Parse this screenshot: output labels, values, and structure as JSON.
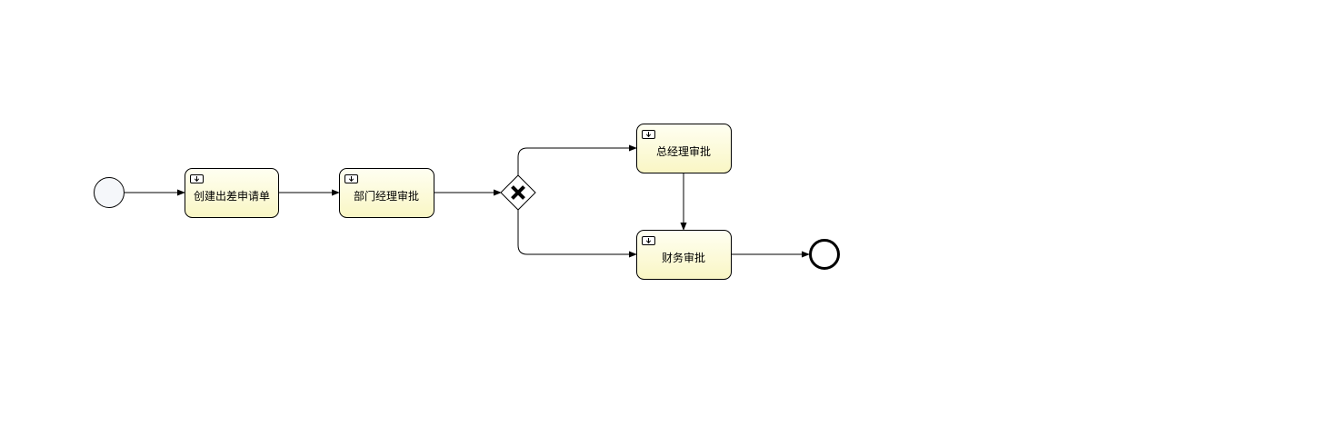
{
  "diagram": {
    "type": "bpmn-process",
    "nodes": [
      {
        "id": "start",
        "kind": "start-event",
        "label": ""
      },
      {
        "id": "task1",
        "kind": "user-task",
        "label": "创建出差申请单"
      },
      {
        "id": "task2",
        "kind": "user-task",
        "label": "部门经理审批"
      },
      {
        "id": "gw",
        "kind": "exclusive-gateway",
        "label": ""
      },
      {
        "id": "task3",
        "kind": "user-task",
        "label": "总经理审批"
      },
      {
        "id": "task4",
        "kind": "user-task",
        "label": "财务审批"
      },
      {
        "id": "end",
        "kind": "end-event",
        "label": ""
      }
    ],
    "edges": [
      {
        "from": "start",
        "to": "task1"
      },
      {
        "from": "task1",
        "to": "task2"
      },
      {
        "from": "task2",
        "to": "gw"
      },
      {
        "from": "gw",
        "to": "task3"
      },
      {
        "from": "gw",
        "to": "task4"
      },
      {
        "from": "task3",
        "to": "task4"
      },
      {
        "from": "task4",
        "to": "end"
      }
    ],
    "colors": {
      "task_fill_top": "#fffff0",
      "task_fill_bottom": "#fbf8c8",
      "stroke": "#000000",
      "start_fill": "#f5f7fa"
    },
    "icons": {
      "task": "user-task-icon",
      "gateway": "x-marker-icon"
    }
  }
}
